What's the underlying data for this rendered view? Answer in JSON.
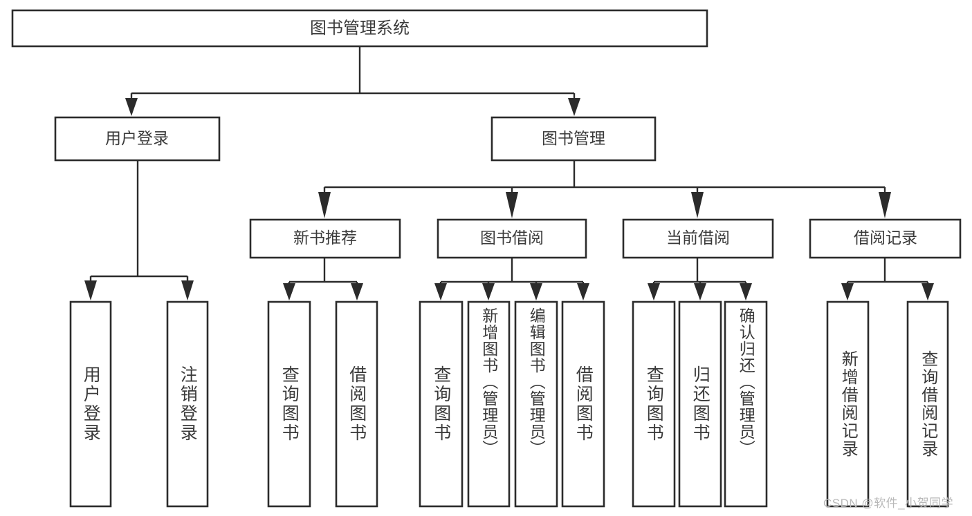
{
  "diagram": {
    "title": "图书管理系统",
    "type": "tree-hierarchy-chart",
    "root": {
      "id": "root",
      "label": "图书管理系统",
      "orientation": "horizontal"
    },
    "level2": [
      {
        "id": "user-login",
        "label": "用户登录"
      },
      {
        "id": "book-management",
        "label": "图书管理"
      }
    ],
    "level3": [
      {
        "id": "new-book-recommend",
        "label": "新书推荐",
        "parent": "book-management"
      },
      {
        "id": "book-borrow",
        "label": "图书借阅",
        "parent": "book-management"
      },
      {
        "id": "current-borrow",
        "label": "当前借阅",
        "parent": "book-management"
      },
      {
        "id": "borrow-record",
        "label": "借阅记录",
        "parent": "book-management"
      }
    ],
    "leaves": [
      {
        "id": "leaf-user-login",
        "label": "用户登录",
        "parent": "user-login"
      },
      {
        "id": "leaf-logout-login",
        "label": "注销登录",
        "parent": "user-login"
      },
      {
        "id": "leaf-query-book-1",
        "label": "查询图书",
        "parent": "new-book-recommend"
      },
      {
        "id": "leaf-borrow-book-1",
        "label": "借阅图书",
        "parent": "new-book-recommend"
      },
      {
        "id": "leaf-query-book-2",
        "label": "查询图书",
        "parent": "book-borrow"
      },
      {
        "id": "leaf-add-book-admin",
        "label": "新增图书（管理员）",
        "parent": "book-borrow"
      },
      {
        "id": "leaf-edit-book-admin",
        "label": "编辑图书（管理员）",
        "parent": "book-borrow"
      },
      {
        "id": "leaf-borrow-book-2",
        "label": "借阅图书",
        "parent": "book-borrow"
      },
      {
        "id": "leaf-query-book-3",
        "label": "查询图书",
        "parent": "current-borrow"
      },
      {
        "id": "leaf-return-book",
        "label": "归还图书",
        "parent": "current-borrow"
      },
      {
        "id": "leaf-confirm-return-admin",
        "label": "确认归还（管理员）",
        "parent": "current-borrow"
      },
      {
        "id": "leaf-add-borrow-record",
        "label": "新增借阅记录",
        "parent": "borrow-record"
      },
      {
        "id": "leaf-query-borrow-record",
        "label": "查询借阅记录",
        "parent": "borrow-record"
      }
    ],
    "watermark": "CSDN @软件_小贺同学",
    "colors": {
      "background": "#ffffff",
      "box_fill": "#ffffff",
      "box_stroke": "#2b2b2b",
      "text": "#3a3a3a",
      "connector": "#2b2b2b",
      "watermark": "#b9b9b9"
    }
  }
}
